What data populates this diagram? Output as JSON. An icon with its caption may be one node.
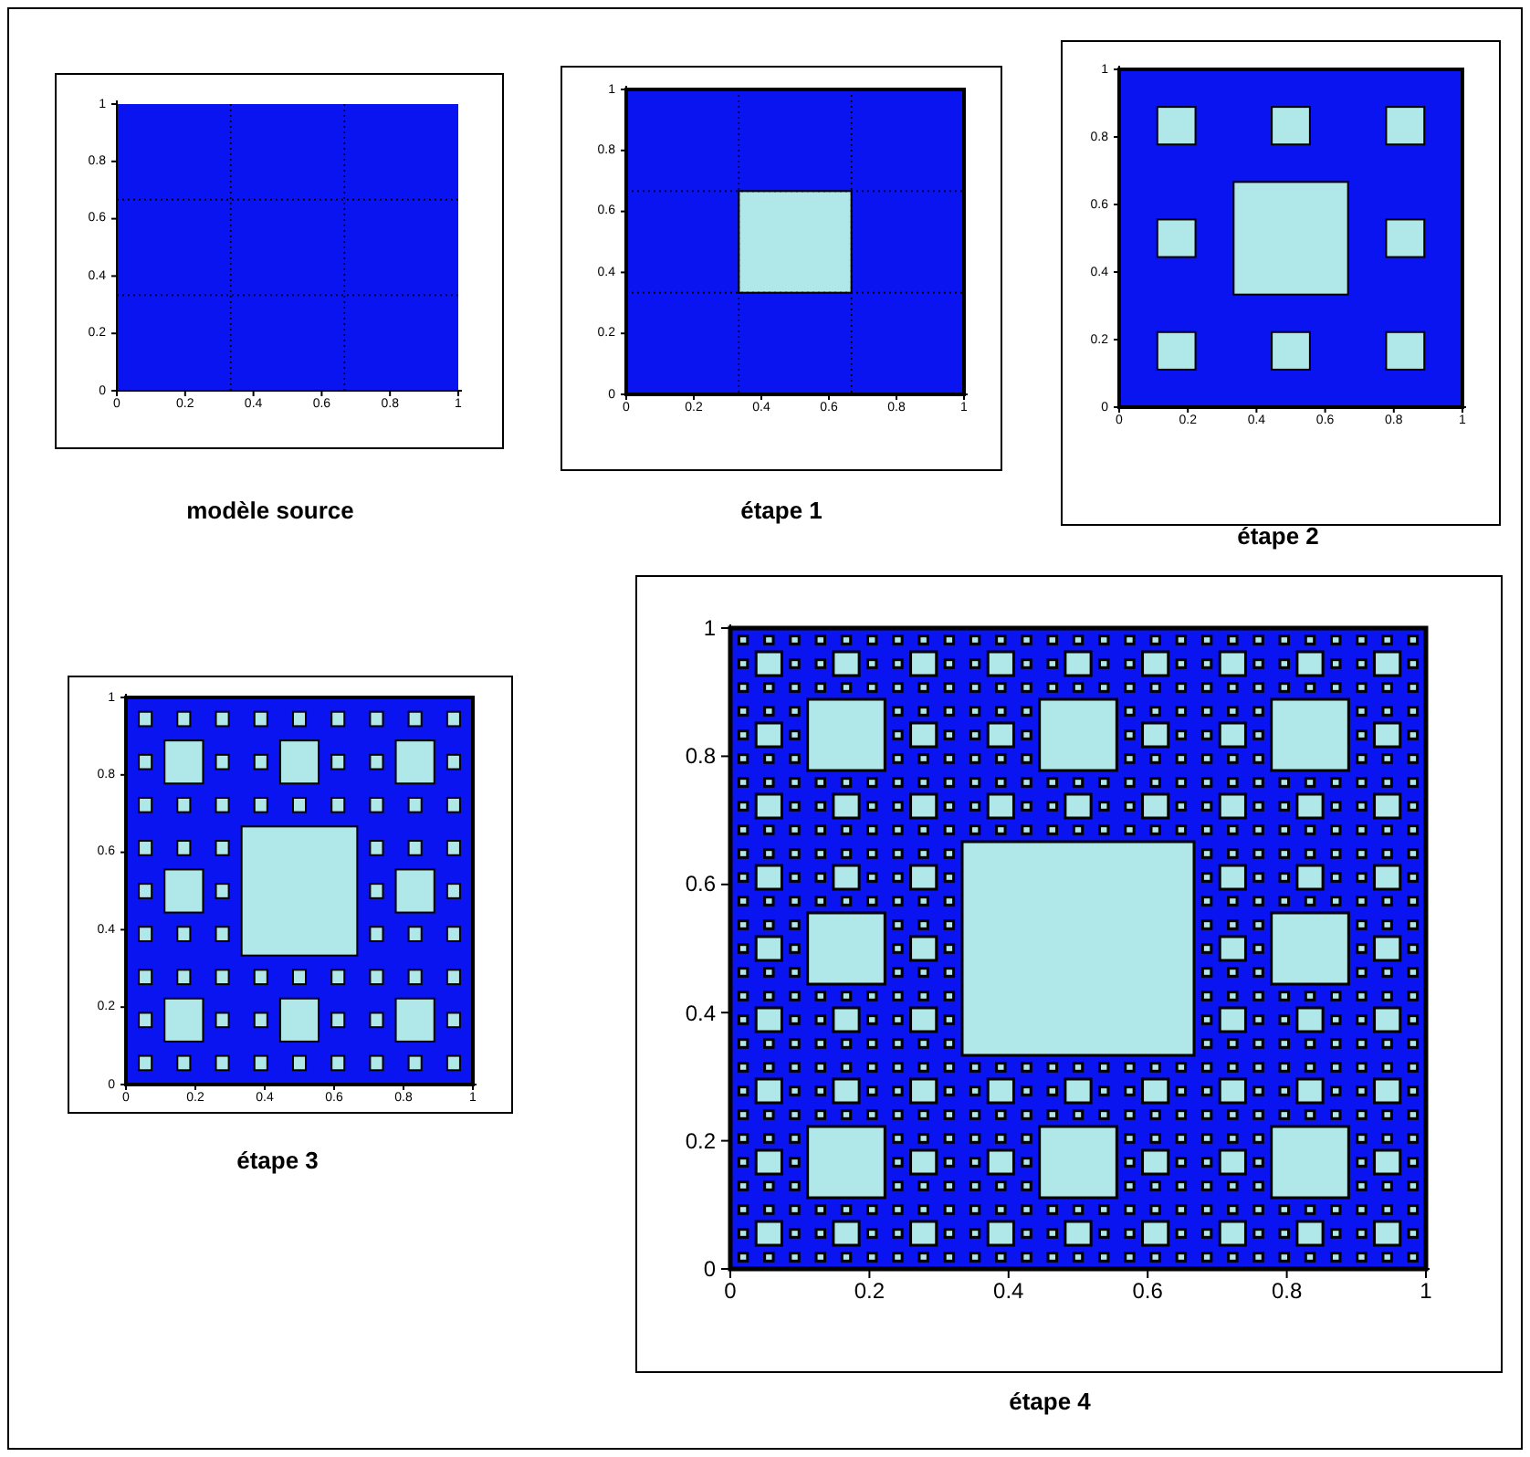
{
  "diagram": {
    "nodes": [
      {
        "text": [
          "1",
          "0.8",
          "0.6",
          "0.4",
          "0.2",
          "0",
          "0",
          "0.2",
          "0.4",
          "0.6",
          "0.8",
          "1"
        ],
        "beside": [
          "modèle source"
        ]
      },
      {
        "text": [
          "1",
          "0.8",
          "0.6",
          "0.4",
          "0.2",
          "0",
          "0",
          "0.2",
          "0.4",
          "0.6",
          "0.8",
          "1"
        ],
        "beside": [
          "étape 1"
        ]
      },
      {
        "text": [
          "1",
          "0.8",
          "0.6",
          "0.4",
          "0.2",
          "0",
          "0",
          "0.2",
          "0.4",
          "0.6",
          "0.8",
          "1"
        ],
        "beside": [
          "étape 2"
        ]
      },
      {
        "text": [
          "1",
          "0.8",
          "0.6",
          "0.4",
          "0.2",
          "0",
          "0",
          "0.2",
          "0.4",
          "0.6",
          "0.8",
          "1"
        ],
        "beside": [
          "étape 3"
        ]
      },
      {
        "text": [
          "1",
          "0.8",
          "0.6",
          "0.4",
          "0.2",
          "0",
          "0",
          "0.2",
          "0.4",
          "0.6",
          "0.8",
          "1"
        ],
        "beside": [
          "étape 4"
        ]
      }
    ]
  }
}
